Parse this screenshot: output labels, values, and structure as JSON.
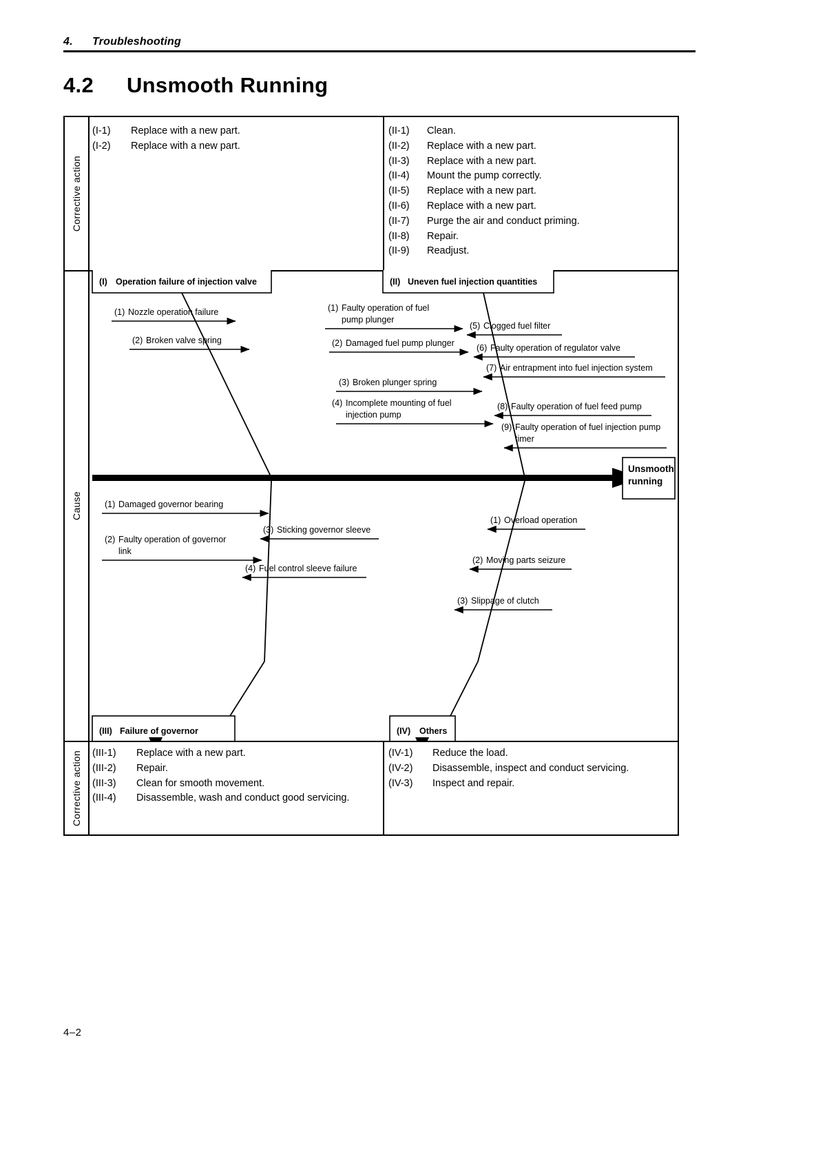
{
  "header": {
    "chapter_number": "4.",
    "chapter_title": "Troubleshooting"
  },
  "section": {
    "number": "4.2",
    "title": "Unsmooth Running"
  },
  "footer": {
    "page_label": "4–2"
  },
  "rails": {
    "top_label": "Corrective action",
    "middle_label": "Cause",
    "bottom_label": "Corrective action"
  },
  "corrective_actions": {
    "group_I": [
      {
        "code": "(I-1)",
        "text": "Replace with a new part."
      },
      {
        "code": "(I-2)",
        "text": "Replace with a new part."
      }
    ],
    "group_II": [
      {
        "code": "(II-1)",
        "text": "Clean."
      },
      {
        "code": "(II-2)",
        "text": "Replace with a new part."
      },
      {
        "code": "(II-3)",
        "text": "Replace with a new part."
      },
      {
        "code": "(II-4)",
        "text": "Mount the pump correctly."
      },
      {
        "code": "(II-5)",
        "text": "Replace with a new part."
      },
      {
        "code": "(II-6)",
        "text": "Replace with a new part."
      },
      {
        "code": "(II-7)",
        "text": "Purge the air and conduct priming."
      },
      {
        "code": "(II-8)",
        "text": "Repair."
      },
      {
        "code": "(II-9)",
        "text": "Readjust."
      }
    ],
    "group_III": [
      {
        "code": "(III-1)",
        "text": "Replace with a new part."
      },
      {
        "code": "(III-2)",
        "text": "Repair."
      },
      {
        "code": "(III-3)",
        "text": "Clean for smooth movement."
      },
      {
        "code": "(III-4)",
        "text": "Disassemble, wash and conduct good servicing."
      }
    ],
    "group_IV": [
      {
        "code": "(IV-1)",
        "text": "Reduce the load."
      },
      {
        "code": "(IV-2)",
        "text": "Disassemble, inspect and conduct servicing."
      },
      {
        "code": "(IV-3)",
        "text": "Inspect and repair."
      }
    ]
  },
  "fishbone": {
    "effect": {
      "line1": "Unsmooth",
      "line2": "running"
    },
    "categories": {
      "I": {
        "code": "(I)",
        "label": "Operation failure of injection valve"
      },
      "II": {
        "code": "(II)",
        "label": "Uneven fuel injection quantities"
      },
      "III": {
        "code": "(III)",
        "label": "Failure of governor"
      },
      "IV": {
        "code": "(IV)",
        "label": "Others"
      }
    },
    "causes_I": [
      {
        "num": "(1)",
        "line1": "Nozzle operation failure",
        "line2": ""
      },
      {
        "num": "(2)",
        "line1": "Broken valve spring",
        "line2": ""
      }
    ],
    "causes_II_left": [
      {
        "num": "(1)",
        "line1": "Faulty operation of fuel",
        "line2": "pump plunger"
      },
      {
        "num": "(2)",
        "line1": "Damaged fuel pump plunger",
        "line2": ""
      },
      {
        "num": "(3)",
        "line1": "Broken plunger spring",
        "line2": ""
      },
      {
        "num": "(4)",
        "line1": "Incomplete mounting of fuel",
        "line2": "injection pump"
      }
    ],
    "causes_II_right": [
      {
        "num": "(5)",
        "line1": "Clogged fuel filter",
        "line2": ""
      },
      {
        "num": "(6)",
        "line1": "Faulty operation of regulator valve",
        "line2": ""
      },
      {
        "num": "(7)",
        "line1": "Air entrapment into fuel injection system",
        "line2": ""
      },
      {
        "num": "(8)",
        "line1": "Faulty operation of fuel feed pump",
        "line2": ""
      },
      {
        "num": "(9)",
        "line1": "Faulty operation of fuel injection pump",
        "line2": "timer"
      }
    ],
    "causes_III": [
      {
        "num": "(1)",
        "line1": "Damaged governor bearing",
        "line2": ""
      },
      {
        "num": "(2)",
        "line1": "Faulty operation of governor",
        "line2": "link"
      },
      {
        "num": "(3)",
        "line1": "Sticking governor sleeve",
        "line2": ""
      },
      {
        "num": "(4)",
        "line1": "Fuel control sleeve failure",
        "line2": ""
      }
    ],
    "causes_IV": [
      {
        "num": "(1)",
        "line1": "Overload operation",
        "line2": ""
      },
      {
        "num": "(2)",
        "line1": "Moving parts seizure",
        "line2": ""
      },
      {
        "num": "(3)",
        "line1": "Slippage of clutch",
        "line2": ""
      }
    ]
  }
}
